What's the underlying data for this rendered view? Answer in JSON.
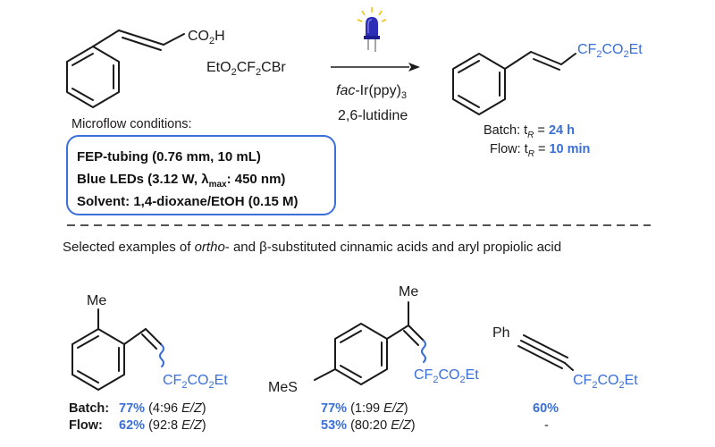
{
  "reactant": {
    "acid_label": "CO",
    "acid_sub": "2",
    "acid_tail": "H"
  },
  "reagent": {
    "p1": "EtO",
    "s1": "2",
    "p2": "CF",
    "s2": "2",
    "p3": "CBr"
  },
  "catalyst": {
    "italic": "fac",
    "rest": "-Ir(ppy)",
    "sub": "3"
  },
  "base": "2,6-lutidine",
  "product": {
    "p1": "CF",
    "s1": "2",
    "p2": "CO",
    "s2": "2",
    "p3": "Et"
  },
  "times": {
    "batch_label": "Batch: t",
    "batch_sub": "R",
    "batch_eq": " = ",
    "batch_value": "24 h",
    "flow_label": "Flow: t",
    "flow_sub": "R",
    "flow_eq": " = ",
    "flow_value": "10 min"
  },
  "microflow": {
    "title": "Microflow conditions:",
    "line1": "FEP-tubing (0.76 mm, 10 mL)",
    "line2_a": "Blue LEDs (3.12 W, ",
    "line2_lambda": "λ",
    "line2_sub": "max",
    "line2_b": ": 450 nm)",
    "line3": "Solvent: 1,4-dioxane/EtOH (0.15 M)"
  },
  "caption": {
    "a": "Selected examples of ",
    "italic": "ortho",
    "b": "- and β-substituted cinnamic acids and aryl propiolic acid"
  },
  "examples": {
    "ex1": {
      "me": "Me",
      "grp_a": "CF",
      "grp_s1": "2",
      "grp_b": "CO",
      "grp_s2": "2",
      "grp_c": "Et"
    },
    "ex2": {
      "me": "Me",
      "mes": "MeS",
      "grp_a": "CF",
      "grp_s1": "2",
      "grp_b": "CO",
      "grp_s2": "2",
      "grp_c": "Et"
    },
    "ex3": {
      "ph": "Ph",
      "grp_a": "CF",
      "grp_s1": "2",
      "grp_b": "CO",
      "grp_s2": "2",
      "grp_c": "Et"
    }
  },
  "results": {
    "batch_label": "Batch:",
    "flow_label": "Flow:",
    "ex1_batch": "77%",
    "ex1_batch_ratio_a": "(4:96 ",
    "ex1_batch_ratio_it": "E/Z",
    "ex1_batch_ratio_b": ")",
    "ex1_flow": "62%",
    "ex1_flow_ratio_a": "(92:8 ",
    "ex1_flow_ratio_it": "E/Z",
    "ex1_flow_ratio_b": ")",
    "ex2_batch": "77%",
    "ex2_batch_ratio_a": "(1:99 ",
    "ex2_batch_ratio_it": "E/Z",
    "ex2_batch_ratio_b": ")",
    "ex2_flow": "53%",
    "ex2_flow_ratio_a": "(80:20 ",
    "ex2_flow_ratio_it": "E/Z",
    "ex2_flow_ratio_b": ")",
    "ex3_batch": "60%",
    "ex3_flow": "-"
  },
  "colors": {
    "accent": "#3a6fd8",
    "box": "#3b6fd9",
    "led": "#2d2db8"
  }
}
